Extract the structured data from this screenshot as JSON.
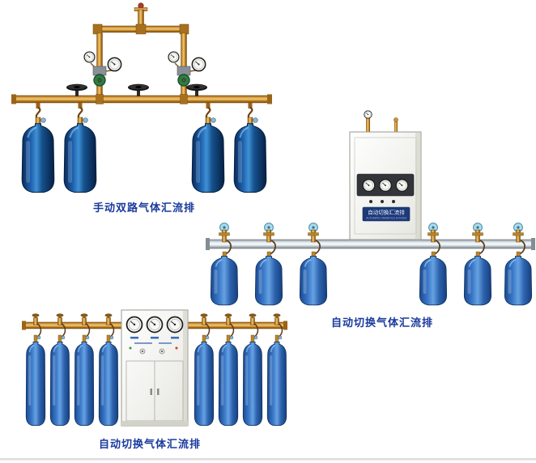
{
  "page": {
    "background": "#ffffff"
  },
  "products": [
    {
      "id": "manual-dual-gas-manifold",
      "caption": "手动双路气体汇流排",
      "cylinders": 4,
      "gauges": 4,
      "handwheels": 3
    },
    {
      "id": "auto-switch-gas-manifold-wall-cabinet",
      "caption": "自动切换气体汇流排",
      "cylinders": 6,
      "gauges": 3,
      "cabinet_label_line1": "自动切换汇流排",
      "cabinet_label_line2": "AUTOMATIC MANIFOLD SYSTEM"
    },
    {
      "id": "auto-switch-gas-manifold-floor-cabinet",
      "caption": "自动切换气体汇流排",
      "cylinders": 8,
      "gauges": 3
    }
  ],
  "colors": {
    "caption_text": "#1a3a9c",
    "brass_pipe": "#d89c42",
    "cylinder_dark_blue": "#1e62b0",
    "cylinder_medium_blue": "#3a78c8",
    "steel_bar": "#e2eaef",
    "cabinet_body": "#f2f2ec",
    "handwheel_light_blue": "#aadcec"
  }
}
